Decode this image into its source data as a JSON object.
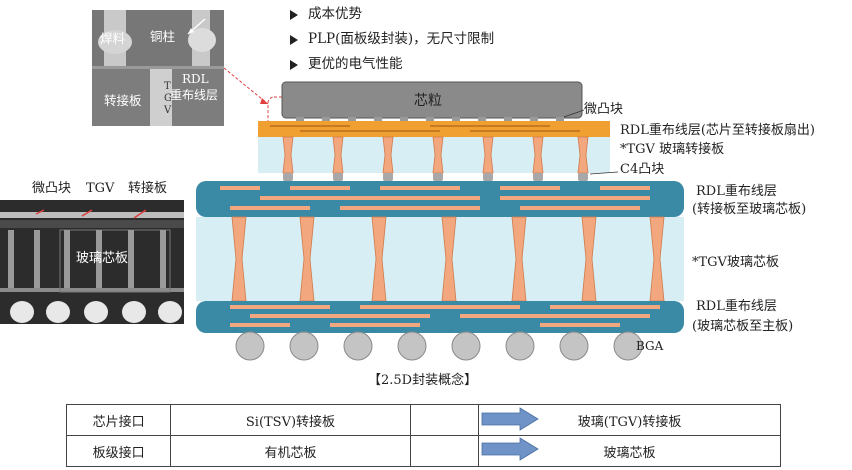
{
  "bullets": [
    "成本优势",
    "PLP(面板级封装)，无尺寸限制",
    "更优的电气性能"
  ],
  "inset_top": {
    "solder": "焊料",
    "copper_pillar": "铜柱",
    "interposer": "转接板",
    "tgv_vertical": [
      "T",
      "G",
      "V"
    ],
    "rdl": "RDL",
    "rdl_layer": "重布线层"
  },
  "inset_bottom": {
    "micro_bump": "微凸块",
    "tgv": "TGV",
    "interposer": "转接板",
    "glass_core": "玻璃芯板"
  },
  "diagram": {
    "chiplet": "芯粒",
    "micro_bump": "微凸块",
    "rdl_top": "RDL重布线层(芯片至转接板扇出)",
    "tgv_interposer": "*TGV 玻璃转接板",
    "c4_bump": "C4凸块",
    "rdl_mid_1": "RDL重布线层",
    "rdl_mid_2": "(转接板至玻璃芯板)",
    "tgv_core": "*TGV玻璃芯板",
    "rdl_bot_1": "RDL重布线层",
    "rdl_bot_2": "(玻璃芯板至主板)",
    "bga": "BGA",
    "caption": "【2.5D封装概念】"
  },
  "table": {
    "rows": [
      {
        "label": "芯片接口",
        "from": "Si(TSV)转接板",
        "to": "玻璃(TGV)转接板"
      },
      {
        "label": "板级接口",
        "from": "有机芯板",
        "to": "玻璃芯板"
      }
    ]
  },
  "colors": {
    "rdl_orange": "#f0a030",
    "copper": "#f2a77e",
    "substrate_blue": "#3a8aa6",
    "glass": "#d6eef4",
    "chiplet": "#8a8a8a",
    "arrow": "#6f93c6"
  }
}
